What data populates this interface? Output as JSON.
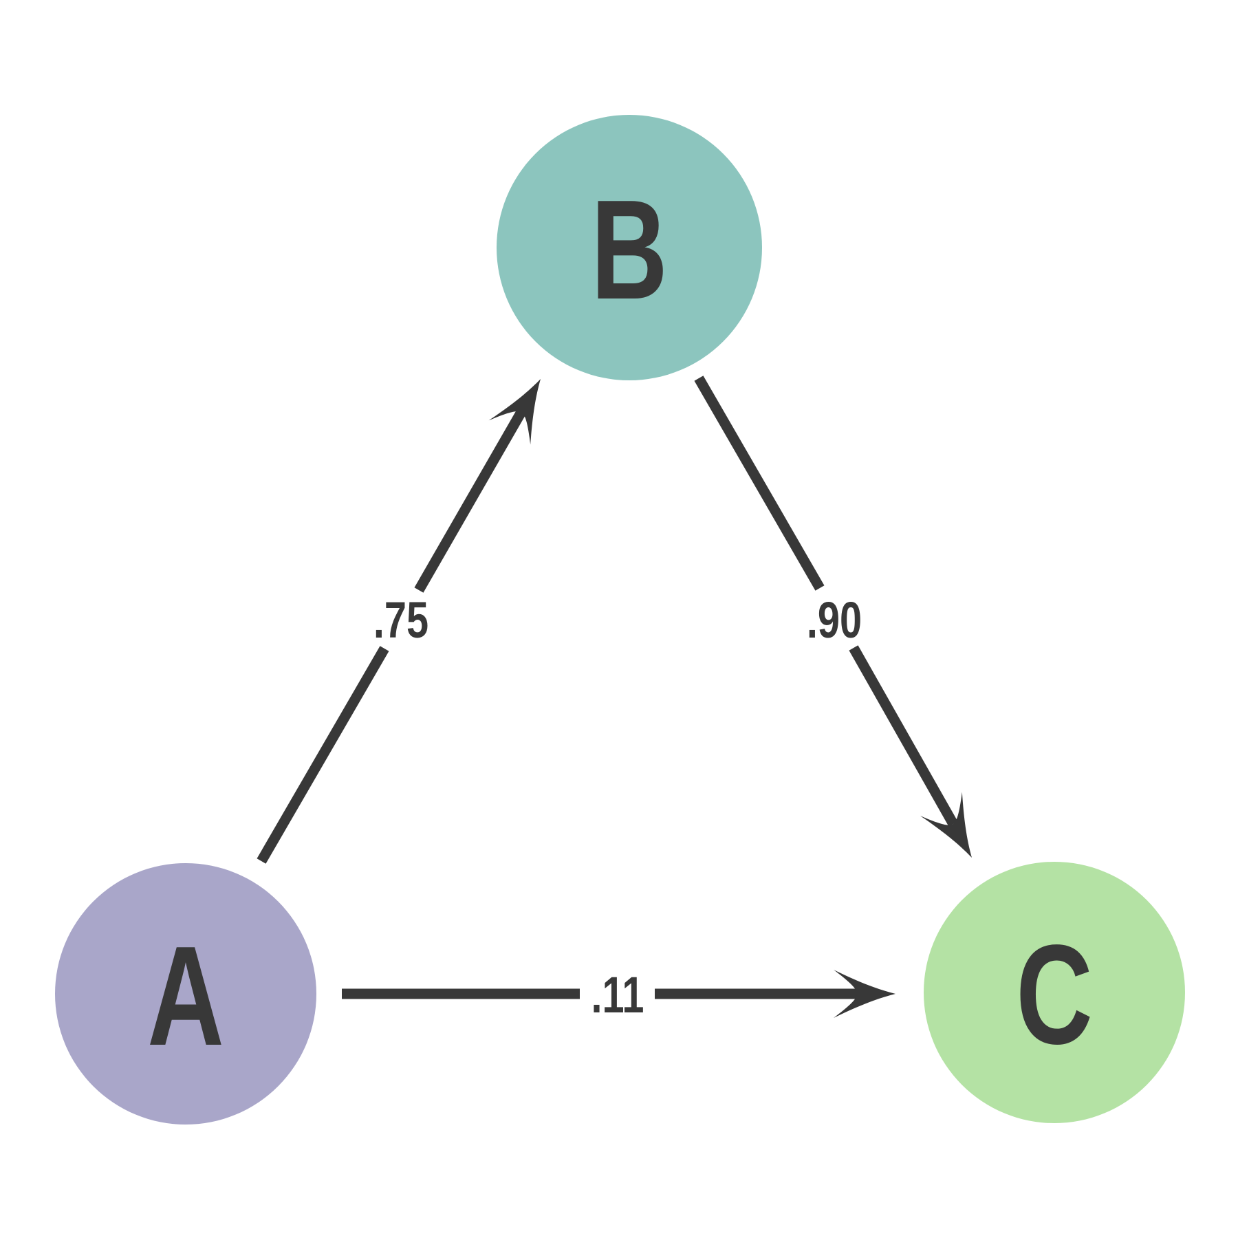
{
  "diagram": {
    "type": "directed-graph",
    "background_color": "#ffffff",
    "edge_color": "#383838",
    "text_color": "#383838",
    "nodes": [
      {
        "id": "A",
        "label": "A",
        "color": "#a9a6c9",
        "position": "bottom-left"
      },
      {
        "id": "B",
        "label": "B",
        "color": "#8cc5be",
        "position": "top-center"
      },
      {
        "id": "C",
        "label": "C",
        "color": "#b4e2a4",
        "position": "bottom-right"
      }
    ],
    "edges": [
      {
        "from": "A",
        "to": "B",
        "label": ".75"
      },
      {
        "from": "B",
        "to": "C",
        "label": ".90"
      },
      {
        "from": "A",
        "to": "C",
        "label": ".11"
      }
    ]
  }
}
